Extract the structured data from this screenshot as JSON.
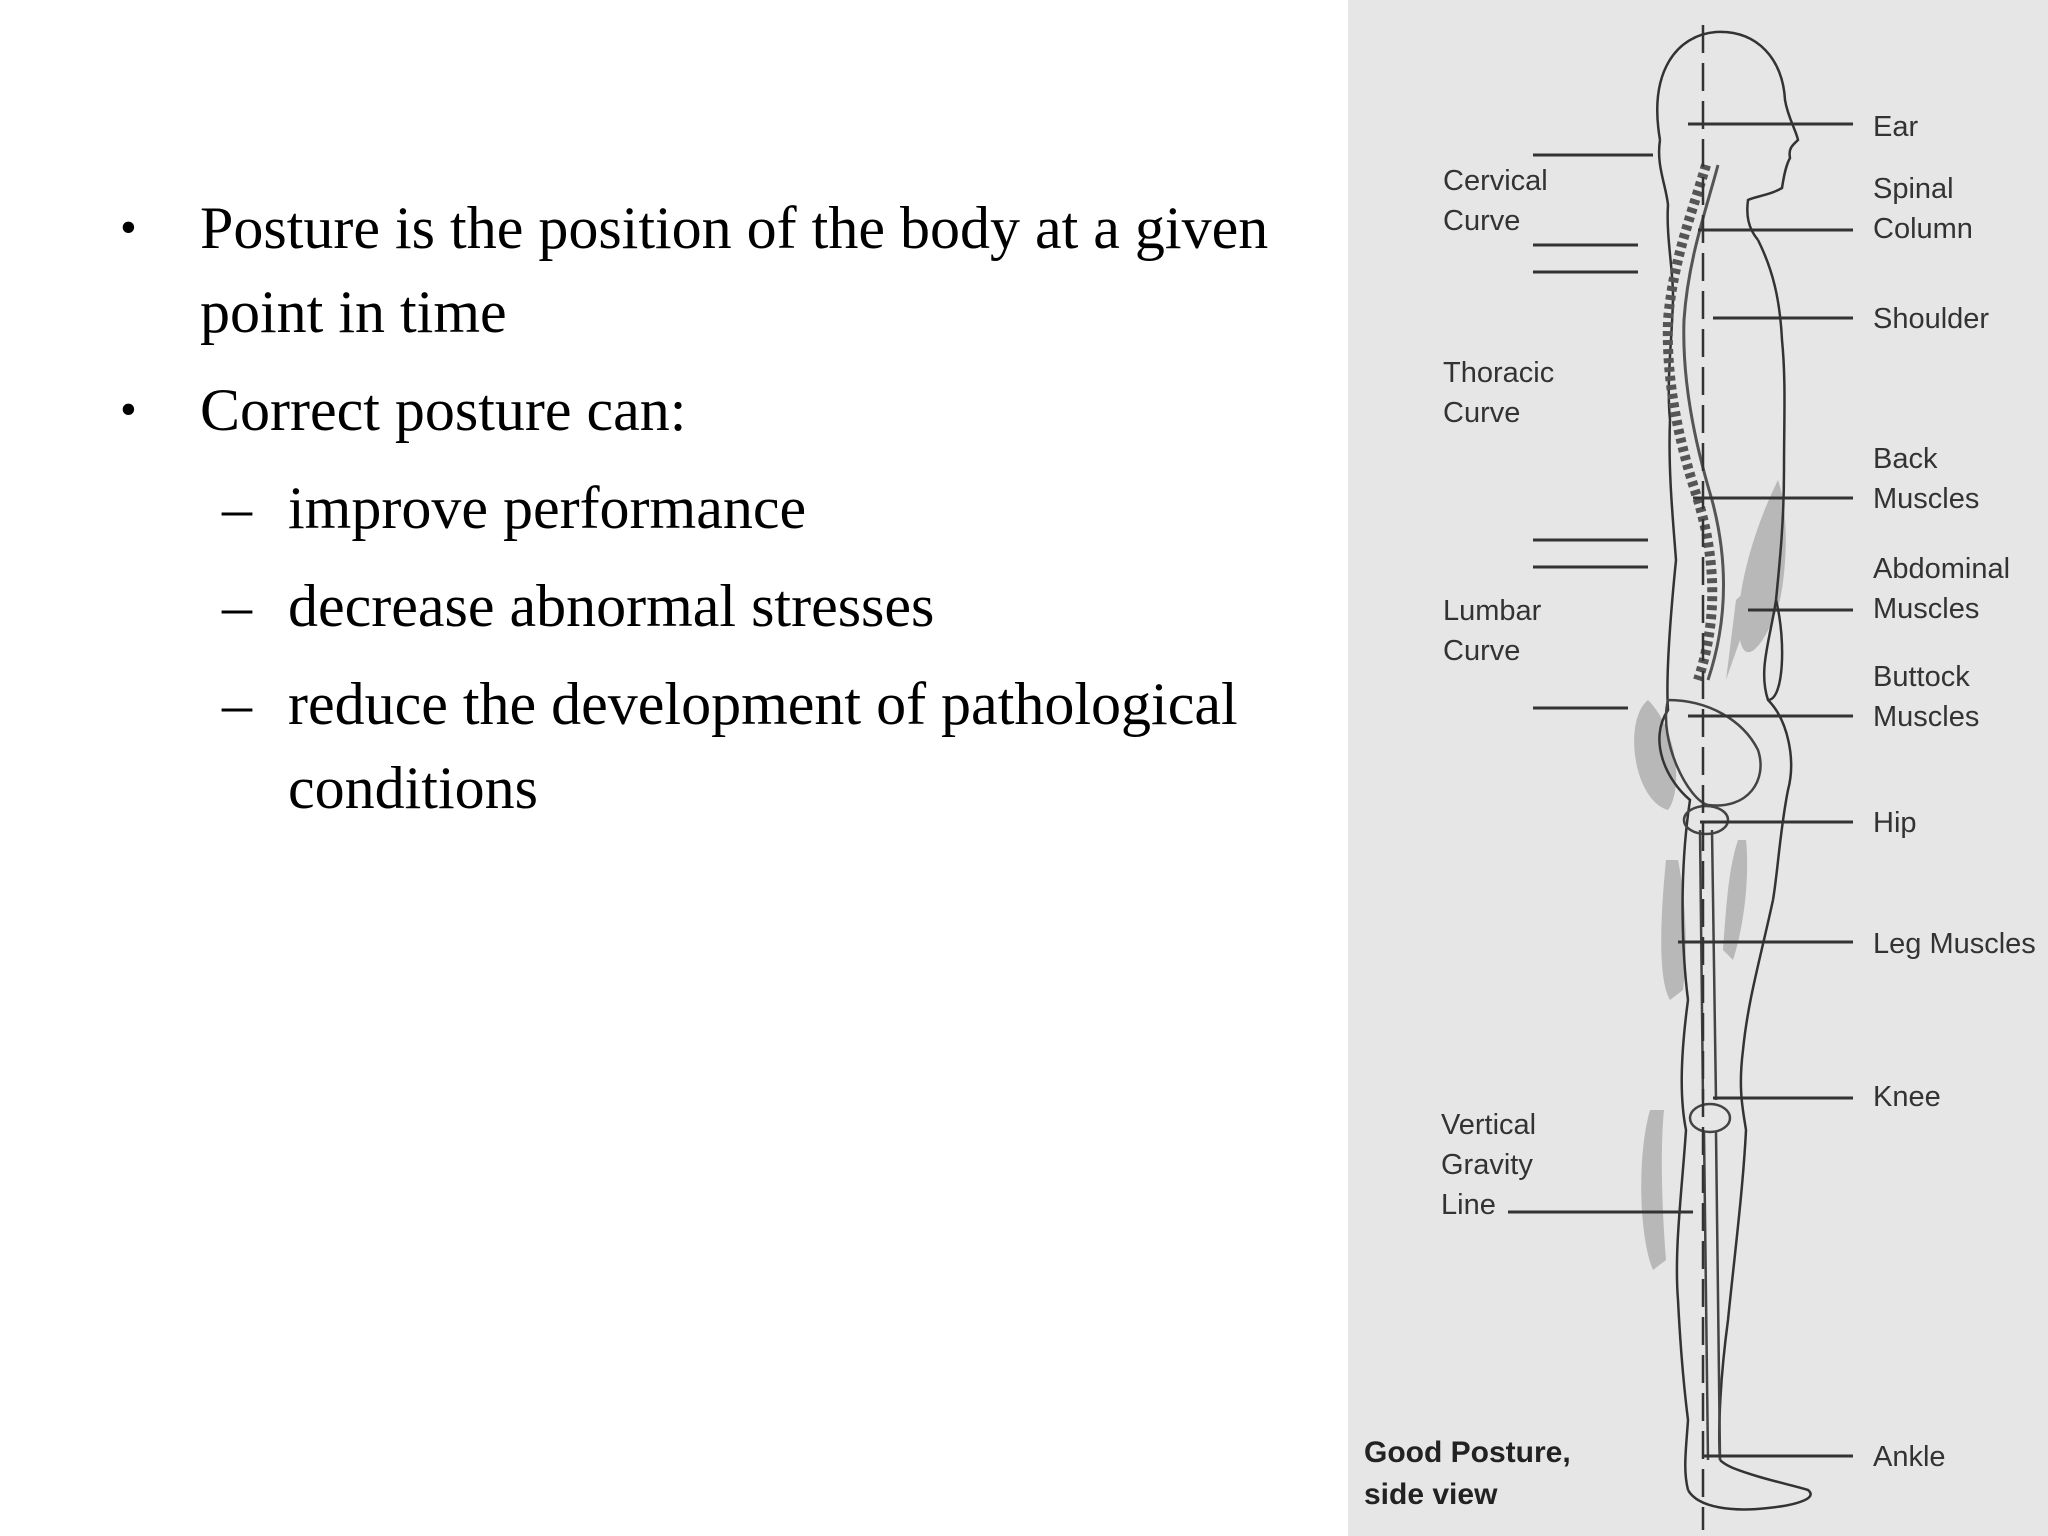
{
  "slide": {
    "bullets": [
      {
        "text": "Posture is the position of the body at a given point in time"
      },
      {
        "text": "Correct posture can:"
      }
    ],
    "subitems": [
      {
        "text": "improve performance"
      },
      {
        "text": "decrease abnormal stresses"
      },
      {
        "text": "reduce the development of pathological conditions"
      }
    ],
    "bullet_glyph": "•",
    "dash_glyph": "–"
  },
  "figure": {
    "left_labels": {
      "cervical": [
        "Cervical",
        "Curve"
      ],
      "thoracic": [
        "Thoracic",
        "Curve"
      ],
      "lumbar": [
        "Lumbar",
        "Curve"
      ],
      "gravity": [
        "Vertical",
        "Gravity",
        "Line"
      ]
    },
    "right_labels": {
      "ear": [
        "Ear"
      ],
      "spinal": [
        "Spinal",
        "Column"
      ],
      "shoulder": [
        "Shoulder"
      ],
      "back": [
        "Back",
        "Muscles"
      ],
      "abdominal": [
        "Abdominal",
        "Muscles"
      ],
      "buttock": [
        "Buttock",
        "Muscles"
      ],
      "hip": [
        "Hip"
      ],
      "leg": [
        "Leg Muscles"
      ],
      "knee": [
        "Knee"
      ],
      "ankle": [
        "Ankle"
      ]
    },
    "caption": [
      "Good Posture,",
      "side view"
    ],
    "colors": {
      "background": "#e6e6e6",
      "muscle": "#b8b8b8",
      "outline": "#333333"
    }
  }
}
